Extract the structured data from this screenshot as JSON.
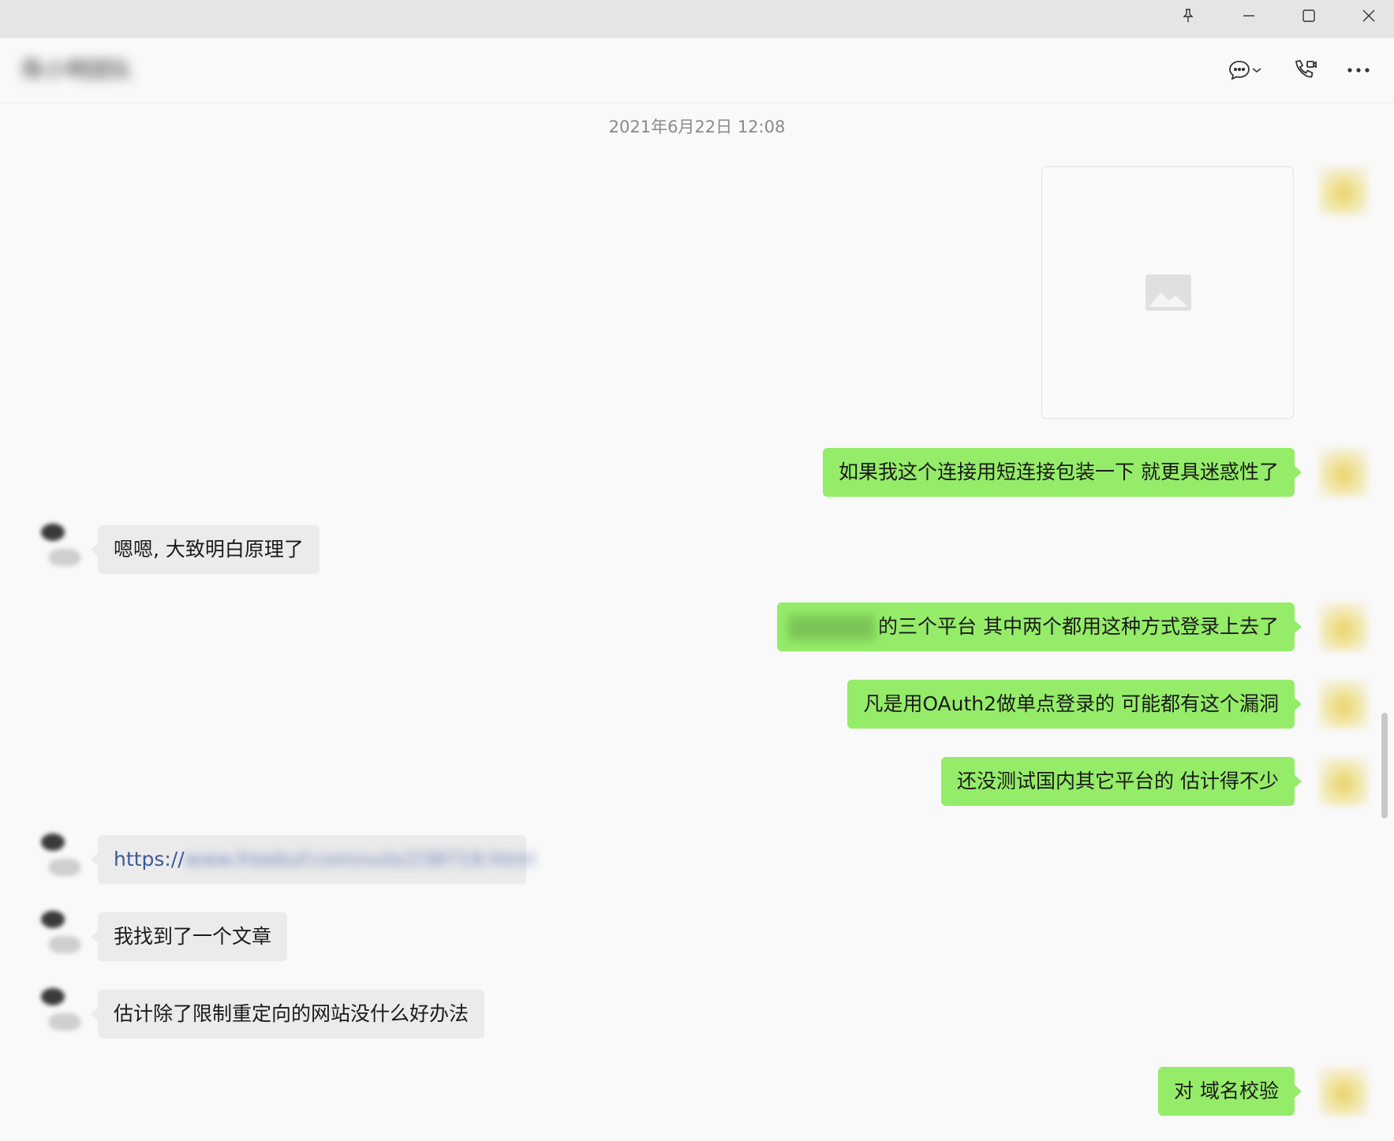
{
  "window": {
    "buttons": [
      "pin",
      "minimize",
      "maximize",
      "close"
    ]
  },
  "header": {
    "contact_name": "陈小明团队",
    "icons": [
      "chat-bubble-icon",
      "chevron-down-icon",
      "video-call-icon",
      "more-icon"
    ]
  },
  "chat": {
    "timestamp": "2021年6月22日 12:08",
    "messages": [
      {
        "side": "me",
        "type": "image"
      },
      {
        "side": "me",
        "text": "如果我这个连接用短连接包装一下  就更具迷惑性了"
      },
      {
        "side": "them",
        "text": "嗯嗯, 大致明白原理了"
      },
      {
        "side": "me",
        "hidden_prefix": "某某公司",
        "text": "的三个平台  其中两个都用这种方式登录上去了"
      },
      {
        "side": "me",
        "text": "凡是用OAuth2做单点登录的 可能都有这个漏洞"
      },
      {
        "side": "me",
        "text": "还没测试国内其它平台的  估计得不少"
      },
      {
        "side": "them",
        "link_prefix": "https://",
        "link_hidden": "www.freebuf.com/vuls/238719.html"
      },
      {
        "side": "them",
        "text": "我找到了一个文章"
      },
      {
        "side": "them",
        "text": "估计除了限制重定向的网站没什么好办法"
      },
      {
        "side": "me",
        "text": "对  域名校验"
      }
    ]
  },
  "colors": {
    "my_bubble": "#95ec69",
    "their_bubble": "#ebebeb",
    "background": "#f9f9f9",
    "link": "#3c5a9a"
  }
}
